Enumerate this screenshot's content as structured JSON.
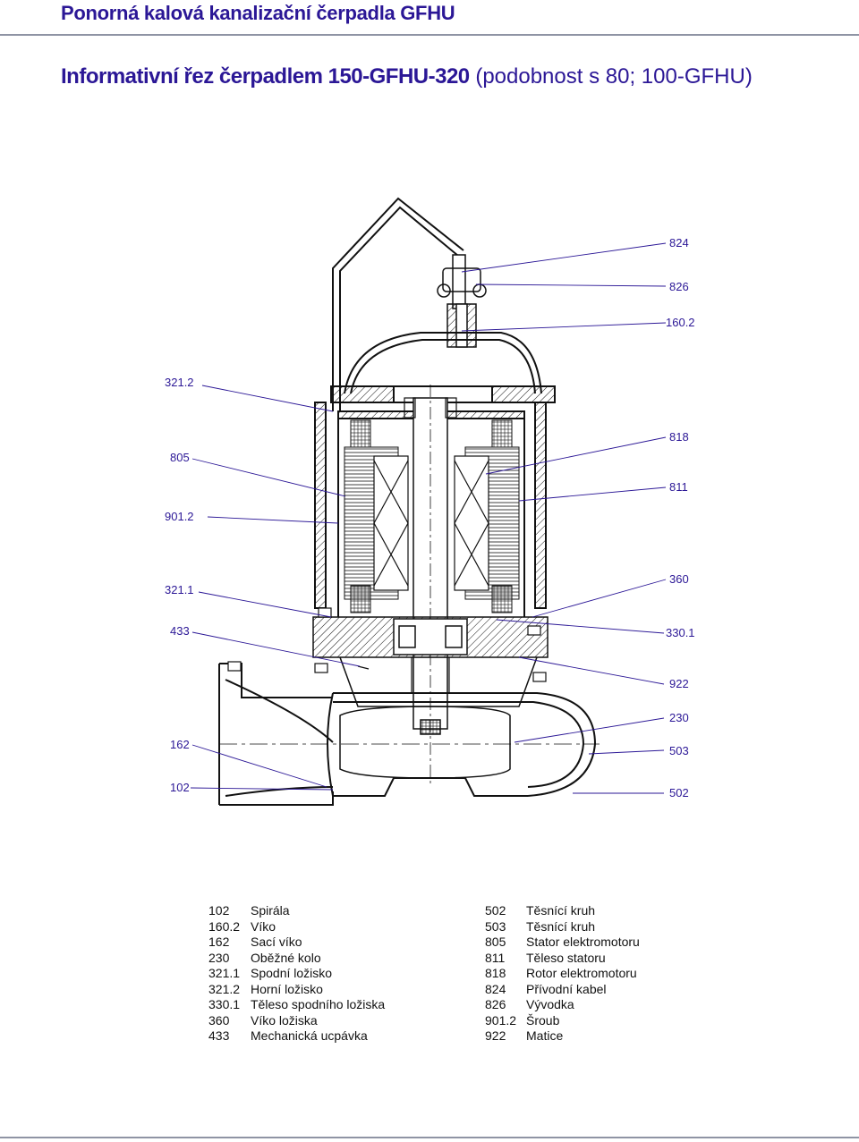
{
  "header": {
    "title": "Ponorná kalová kanalizační čerpadla GFHU"
  },
  "subtitle": {
    "strong": "Informativní řez čerpadlem 150-GFHU-320",
    "light": "(podobnost s 80; 100-GFHU)"
  },
  "callouts_left": [
    "321.2",
    "805",
    "901.2",
    "321.1",
    "433",
    "162",
    "102"
  ],
  "callouts_right": [
    "824",
    "826",
    "160.2",
    "818",
    "811",
    "360",
    "330.1",
    "922",
    "230",
    "503",
    "502"
  ],
  "legend_left": [
    {
      "code": "102",
      "name": "Spirála"
    },
    {
      "code": "160.2",
      "name": "Víko"
    },
    {
      "code": "162",
      "name": "Sací víko"
    },
    {
      "code": "230",
      "name": "Oběžné kolo"
    },
    {
      "code": "321.1",
      "name": "Spodní ložisko"
    },
    {
      "code": "321.2",
      "name": "Horní ložisko"
    },
    {
      "code": "330.1",
      "name": "Těleso spodního ložiska"
    },
    {
      "code": "360",
      "name": "Víko ložiska"
    },
    {
      "code": "433",
      "name": "Mechanická ucpávka"
    }
  ],
  "legend_right": [
    {
      "code": "502",
      "name": "Těsnící kruh"
    },
    {
      "code": "503",
      "name": "Těsnící kruh"
    },
    {
      "code": "805",
      "name": "Stator elektromotoru"
    },
    {
      "code": "811",
      "name": "Těleso statoru"
    },
    {
      "code": "818",
      "name": "Rotor elektromotoru"
    },
    {
      "code": "824",
      "name": "Přívodní kabel"
    },
    {
      "code": "826",
      "name": "Vývodka"
    },
    {
      "code": "901.2",
      "name": "Šroub"
    },
    {
      "code": "922",
      "name": "Matice"
    }
  ],
  "colors": {
    "brand": "#2b1796",
    "rule": "#8f94a4",
    "drawing": "#111111",
    "leader": "#2b1796"
  }
}
